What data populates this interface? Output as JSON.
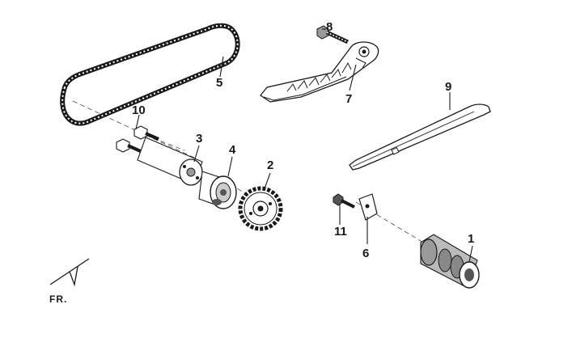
{
  "diagram": {
    "callouts": {
      "c1": "1",
      "c2": "2",
      "c3": "3",
      "c4": "4",
      "c5": "5",
      "c6": "6",
      "c7": "7",
      "c8": "8",
      "c9": "9",
      "c10": "10",
      "c11": "11"
    },
    "direction_label": "FR.",
    "colors": {
      "ink": "#1a1a1a",
      "part_fill": "#ffffff",
      "part_shade": "#9a9a9a",
      "dark_shade": "#555555"
    },
    "icons": {
      "direction": "front-direction-arrow-icon"
    }
  }
}
